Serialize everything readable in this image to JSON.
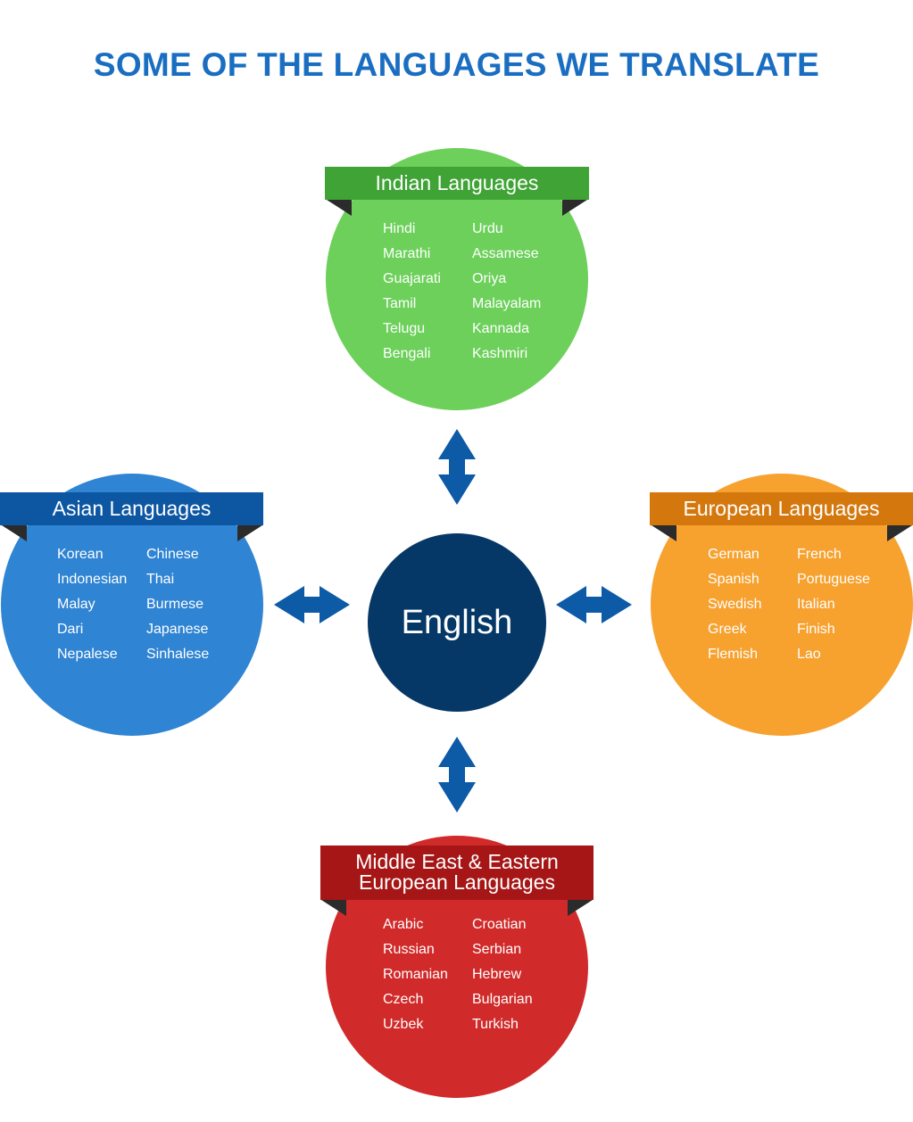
{
  "title": "SOME OF THE LANGUAGES WE TRANSLATE",
  "colors": {
    "title": "#1a6ec1",
    "arrow": "#0d5aa6",
    "center": "#053866",
    "fold": "#2b2b2b"
  },
  "center": {
    "label": "English"
  },
  "groups": {
    "indian": {
      "label": "Indian Languages",
      "circle_color": "#6cd05a",
      "ribbon_color": "#40a336",
      "col1": [
        "Hindi",
        "Marathi",
        "Guajarati",
        "Tamil",
        "Telugu",
        "Bengali"
      ],
      "col2": [
        "Urdu",
        "Assamese",
        "Oriya",
        "Malayalam",
        "Kannada",
        "Kashmiri"
      ]
    },
    "asian": {
      "label": "Asian Languages",
      "circle_color": "#2f84d3",
      "ribbon_color": "#0c56a2",
      "col1": [
        "Korean",
        "Indonesian",
        "Malay",
        "Dari",
        "Nepalese"
      ],
      "col2": [
        "Chinese",
        "Thai",
        "Burmese",
        "Japanese",
        "Sinhalese"
      ]
    },
    "european": {
      "label": "European Languages",
      "circle_color": "#f7a12f",
      "ribbon_color": "#d4780e",
      "col1": [
        "German",
        "Spanish",
        "Swedish",
        "Greek",
        "Flemish"
      ],
      "col2": [
        "French",
        "Portuguese",
        "Italian",
        "Finish",
        "Lao"
      ]
    },
    "mideast": {
      "label_line1": "Middle East & Eastern",
      "label_line2": "European Languages",
      "circle_color": "#d12a2a",
      "ribbon_color": "#a61616",
      "col1": [
        "Arabic",
        "Russian",
        "Romanian",
        "Czech",
        "Uzbek"
      ],
      "col2": [
        "Croatian",
        "Serbian",
        "Hebrew",
        "Bulgarian",
        "Turkish"
      ]
    }
  }
}
